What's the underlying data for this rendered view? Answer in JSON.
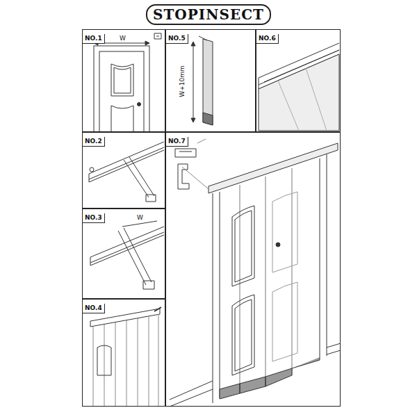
{
  "diagram": {
    "title": "STOPINSECT",
    "nodes": [
      {
        "text": [
          "NO.1"
        ]
      },
      {
        "text": [
          "NO.5"
        ]
      },
      {
        "text": [
          "NO.6"
        ]
      },
      {
        "text": [
          "NO.2"
        ]
      },
      {
        "text": [
          "NO.7"
        ]
      },
      {
        "text": [
          "NO.3"
        ]
      },
      {
        "text": [
          "NO.4"
        ]
      }
    ],
    "labels": [
      "W",
      "W+10mm",
      "W"
    ]
  }
}
